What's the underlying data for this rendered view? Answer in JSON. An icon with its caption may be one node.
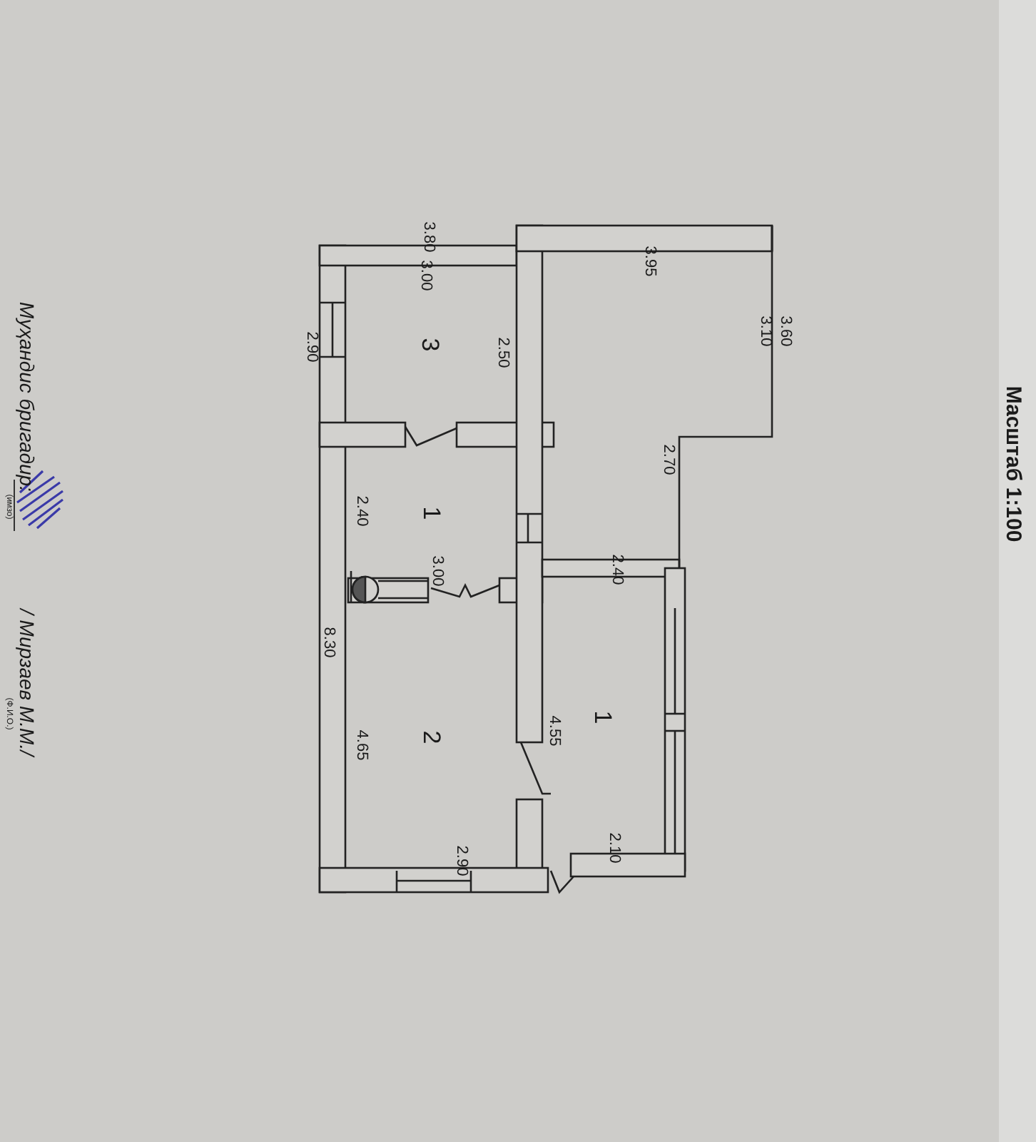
{
  "diagram": {
    "nodes": [
      {
        "text": [
          "3"
        ]
      },
      {
        "text": [
          "1"
        ]
      },
      {
        "text": [
          "2"
        ]
      },
      {
        "text": [
          "1"
        ]
      }
    ],
    "labels": [
      "Масштаб 1:100",
      "3.80",
      "3.00",
      "2.90",
      "2.50",
      "3.95",
      "3.60",
      "3.10",
      "2.70",
      "2.40",
      "3.00",
      "2.40",
      "8.30",
      "4.65",
      "4.55",
      "2.90",
      "2.10",
      "Муҳандис бригадир:",
      "(имзо)",
      "/ Мирзаев М.М./",
      "(Ф.И.О.)"
    ]
  }
}
